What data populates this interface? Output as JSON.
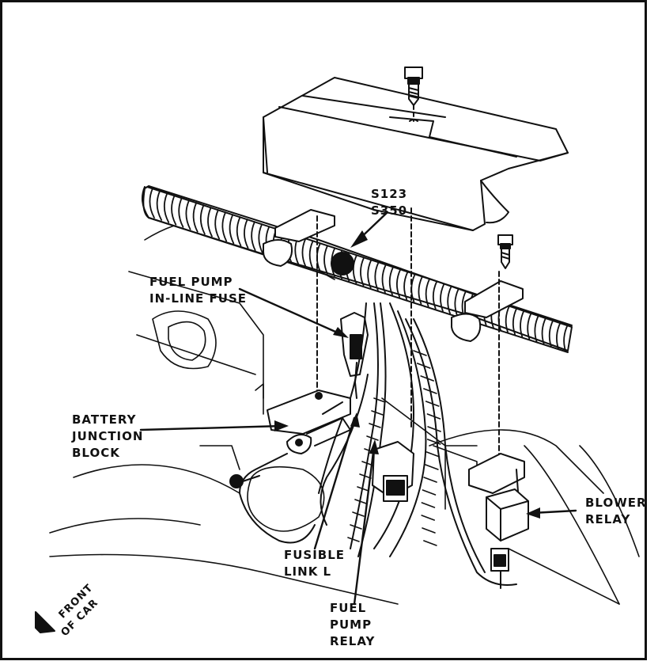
{
  "labels": {
    "splice": [
      "S123",
      "S350"
    ],
    "fuel_pump_fuse": [
      "FUEL PUMP",
      "IN-LINE FUSE"
    ],
    "battery_junction": [
      "BATTERY",
      "JUNCTION",
      "BLOCK"
    ],
    "fusible_link": [
      "FUSIBLE",
      "LINK L"
    ],
    "fuel_pump_relay": [
      "FUEL",
      "PUMP",
      "RELAY"
    ],
    "blower_relay": [
      "BLOWER",
      "RELAY"
    ],
    "front_of_car": [
      "FRONT",
      "OF CAR"
    ]
  },
  "colors": {
    "ink": "#111111",
    "paper": "#ffffff"
  }
}
